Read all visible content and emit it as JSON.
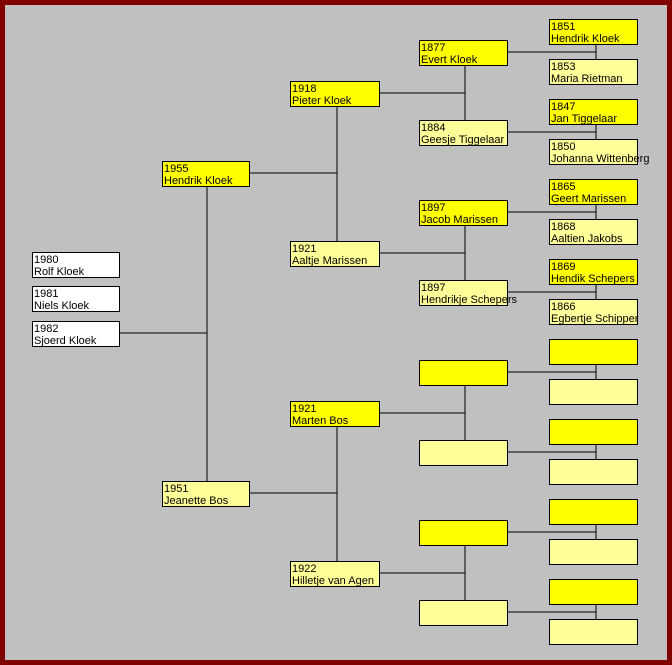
{
  "colors": {
    "frame": "#800000",
    "background": "#c0c0c0",
    "male": "#ffff00",
    "female": "#ffff99",
    "child": "#ffffff"
  },
  "children": [
    {
      "year": "1980",
      "name": "Rolf Kloek"
    },
    {
      "year": "1981",
      "name": "Niels Kloek"
    },
    {
      "year": "1982",
      "name": "Sjoerd Kloek"
    }
  ],
  "gen1": [
    {
      "year": "1955",
      "name": "Hendrik Kloek",
      "sex": "male"
    },
    {
      "year": "1951",
      "name": "Jeanette Bos",
      "sex": "female"
    }
  ],
  "gen2": [
    {
      "year": "1918",
      "name": "Pieter Kloek",
      "sex": "male"
    },
    {
      "year": "1921",
      "name": "Aaltje Marissen",
      "sex": "female"
    },
    {
      "year": "1921",
      "name": "Marten Bos",
      "sex": "male"
    },
    {
      "year": "1922",
      "name": "Hilletje van Agen",
      "sex": "female"
    }
  ],
  "gen3": [
    {
      "year": "1877",
      "name": "Evert Kloek",
      "sex": "male"
    },
    {
      "year": "1884",
      "name": "Geesje Tiggelaar",
      "sex": "female"
    },
    {
      "year": "1897",
      "name": "Jacob Marissen",
      "sex": "male"
    },
    {
      "year": "1897",
      "name": "Hendrikje Schepers",
      "sex": "female"
    },
    {
      "sex": "male"
    },
    {
      "sex": "female"
    },
    {
      "sex": "male"
    },
    {
      "sex": "female"
    }
  ],
  "gen4": [
    {
      "year": "1851",
      "name": "Hendrik Kloek",
      "sex": "male"
    },
    {
      "year": "1853",
      "name": "Maria Rietman",
      "sex": "female"
    },
    {
      "year": "1847",
      "name": "Jan Tiggelaar",
      "sex": "male"
    },
    {
      "year": "1850",
      "name": "Johanna Wittenberg",
      "sex": "female"
    },
    {
      "year": "1865",
      "name": "Geert Marissen",
      "sex": "male"
    },
    {
      "year": "1868",
      "name": "Aaltien Jakobs",
      "sex": "female"
    },
    {
      "year": "1869",
      "name": "Hendik Schepers",
      "sex": "male"
    },
    {
      "year": "1866",
      "name": "Egbertje Schipper",
      "sex": "female"
    },
    {
      "sex": "male"
    },
    {
      "sex": "female"
    },
    {
      "sex": "male"
    },
    {
      "sex": "female"
    },
    {
      "sex": "male"
    },
    {
      "sex": "female"
    },
    {
      "sex": "male"
    },
    {
      "sex": "female"
    }
  ]
}
